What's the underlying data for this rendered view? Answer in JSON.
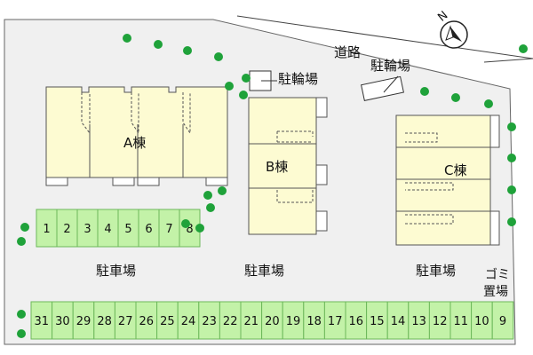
{
  "labels": {
    "road": "道路",
    "bicycle_parking_top": "駐輪場",
    "bicycle_parking_right": "駐輪場",
    "building_a": "A棟",
    "building_b": "B棟",
    "building_c": "C棟",
    "parking_left": "駐車場",
    "parking_center": "駐車場",
    "parking_right": "駐車場",
    "garbage_line1": "ゴミ",
    "garbage_line2": "置場"
  },
  "compass": {
    "north_label": "N"
  },
  "parking_top_row": [
    "1",
    "2",
    "3",
    "4",
    "5",
    "6",
    "7",
    "8"
  ],
  "parking_bottom_row": [
    "31",
    "30",
    "29",
    "28",
    "27",
    "26",
    "25",
    "24",
    "23",
    "22",
    "21",
    "20",
    "19",
    "18",
    "17",
    "16",
    "15",
    "14",
    "13",
    "12",
    "11",
    "10",
    "9"
  ],
  "colors": {
    "site": "#f0f0f0",
    "building": "#fdfbd2",
    "building_roof_accent": "#f4efb8",
    "parking": "#c3f2a8",
    "parking_border": "#6db85a",
    "tree": "#1fa23a",
    "outline": "#555555"
  }
}
